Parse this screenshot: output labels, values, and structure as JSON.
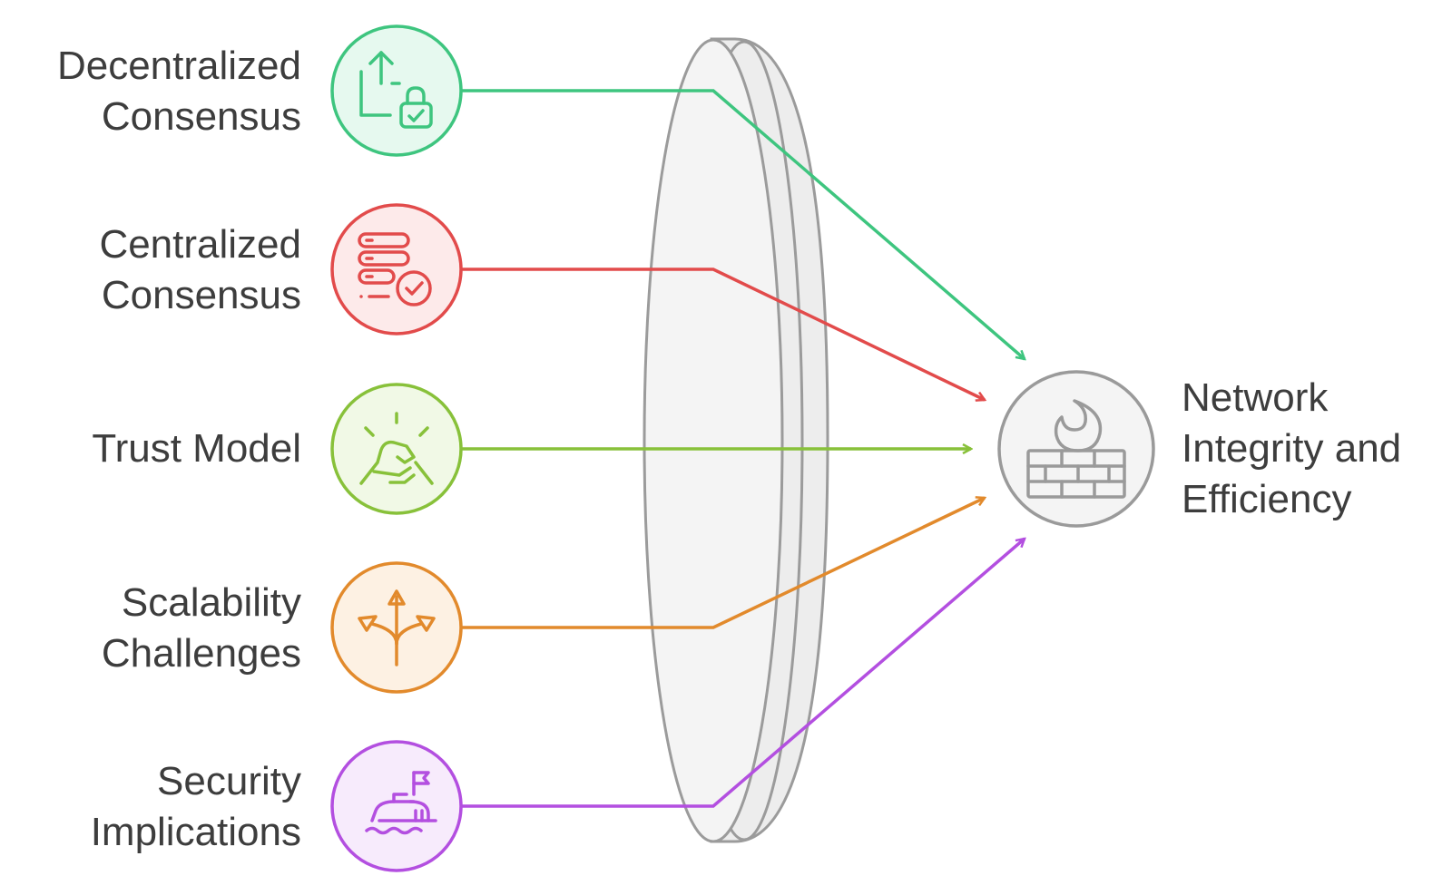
{
  "inputs": [
    {
      "id": "decentralized",
      "lines": [
        "Decentralized",
        "Consensus"
      ],
      "color": "#3ec57f",
      "fill": "#e6f9ef",
      "icon": "upload-lock-icon"
    },
    {
      "id": "centralized",
      "lines": [
        "Centralized",
        "Consensus"
      ],
      "color": "#e24b4b",
      "fill": "#fdeaea",
      "icon": "server-check-icon"
    },
    {
      "id": "trust",
      "lines": [
        "Trust Model"
      ],
      "color": "#88c13a",
      "fill": "#f1f9e6",
      "icon": "handshake-icon"
    },
    {
      "id": "scalability",
      "lines": [
        "Scalability",
        "Challenges"
      ],
      "color": "#e28a2c",
      "fill": "#fdf1e3",
      "icon": "branching-arrows-icon"
    },
    {
      "id": "security",
      "lines": [
        "Security",
        "Implications"
      ],
      "color": "#b34fe0",
      "fill": "#f7ebfc",
      "icon": "flag-building-icon"
    }
  ],
  "output": {
    "lines": [
      "Network",
      "Integrity and",
      "Efficiency"
    ],
    "color": "#9a9a9a",
    "fill": "#f4f4f4",
    "icon": "firewall-icon"
  }
}
